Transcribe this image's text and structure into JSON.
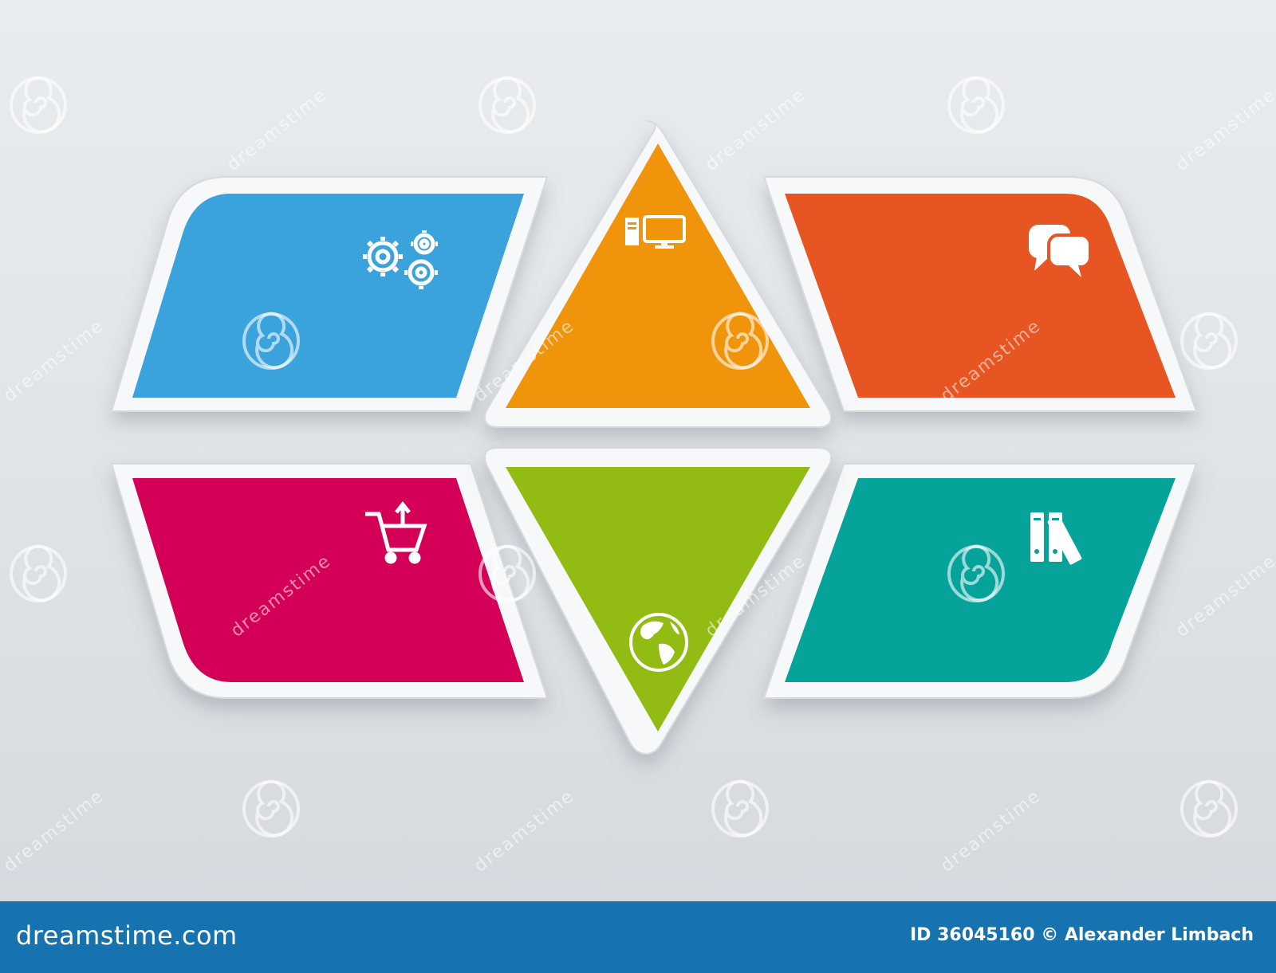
{
  "colors": {
    "background": "#e3e7eb",
    "frame": "#f7f8f9",
    "blue": "#3aa3dc",
    "orange": "#f0940c",
    "red": "#e75522",
    "magenta": "#d40057",
    "green": "#92bb14",
    "teal": "#06a39a",
    "footer": "#1773b0"
  },
  "segments": [
    {
      "id": "top-left",
      "shape": "parallelogram",
      "color": "blue",
      "icon": "gears-icon"
    },
    {
      "id": "top-center",
      "shape": "triangle-up",
      "color": "orange",
      "icon": "computer-icon"
    },
    {
      "id": "top-right",
      "shape": "parallelogram",
      "color": "red",
      "icon": "speech-bubbles-icon"
    },
    {
      "id": "bottom-left",
      "shape": "parallelogram",
      "color": "magenta",
      "icon": "shopping-cart-icon"
    },
    {
      "id": "bottom-center",
      "shape": "triangle-down",
      "color": "green",
      "icon": "globe-icon"
    },
    {
      "id": "bottom-right",
      "shape": "parallelogram",
      "color": "teal",
      "icon": "binders-icon"
    }
  ],
  "watermark": {
    "text": "dreamstime",
    "logo": "spiral-logo"
  },
  "footer": {
    "brand": "dreamstime.com",
    "credit": "ID 36045160 © Alexander Limbach"
  }
}
